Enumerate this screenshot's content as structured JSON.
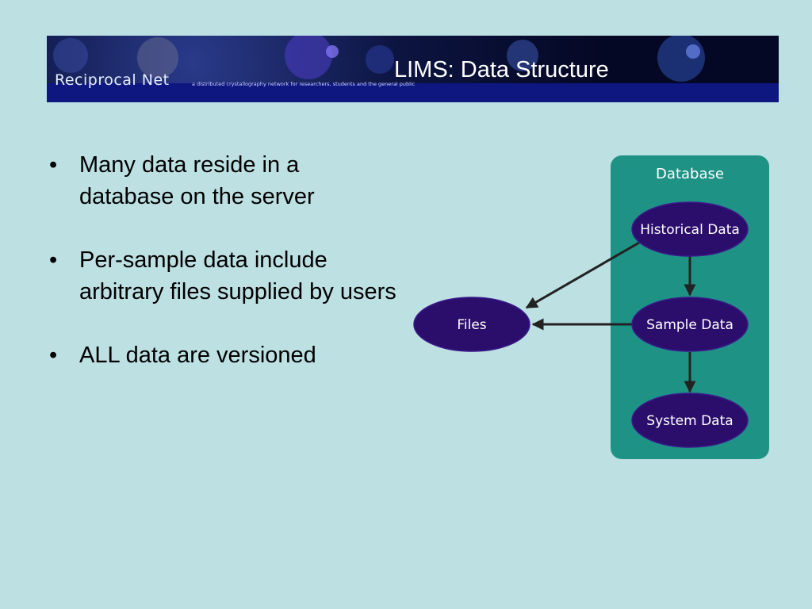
{
  "banner": {
    "brand": "Reciprocal Net",
    "tagline": "a distributed crystallography network for researchers, students and the general public",
    "title": "LIMS: Data Structure"
  },
  "bullets": [
    "Many data reside in a database on the server",
    "Per-sample data include arbitrary files supplied by users",
    "ALL data are versioned"
  ],
  "bullet_glyph": "•",
  "diagram": {
    "container_label": "Database",
    "nodes": {
      "historical": "Historical Data",
      "sample": "Sample Data",
      "system": "System Data",
      "files": "Files"
    },
    "colors": {
      "container": "#1f9286",
      "node": "#2b0e6b",
      "node_stroke": "#3a1a8a",
      "arrow": "#222222",
      "text": "#ffffff"
    }
  }
}
